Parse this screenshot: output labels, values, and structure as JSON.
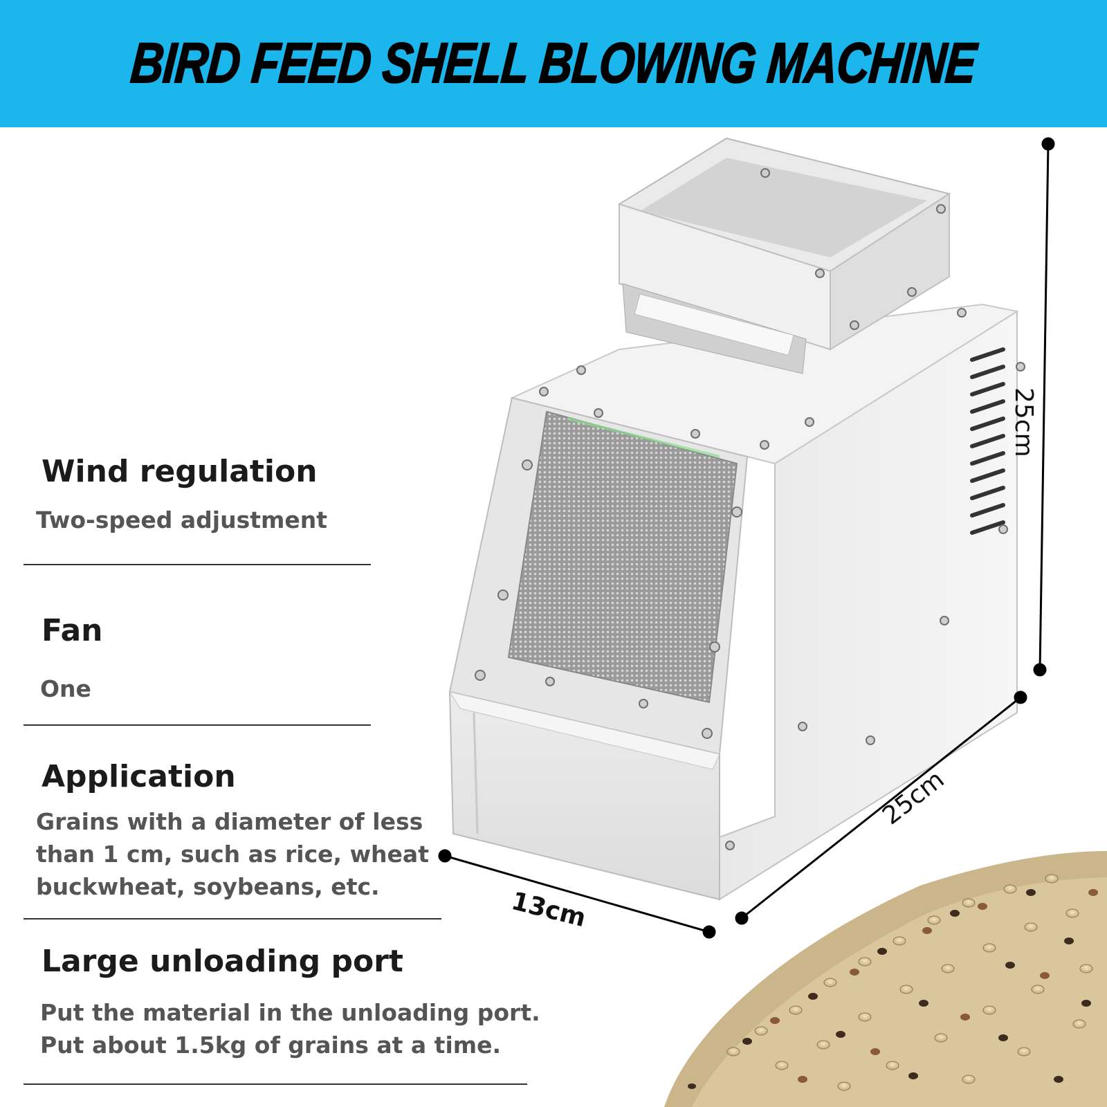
{
  "header": {
    "title": "BIRD FEED SHELL BLOWING MACHINE",
    "background_color": "#1bb6ec"
  },
  "specs": [
    {
      "title": "Wind regulation",
      "description": "Two-speed adjustment"
    },
    {
      "title": "Fan",
      "description": "One"
    },
    {
      "title": "Application",
      "description_lines": [
        "Grains with a diameter of less",
        "than 1 cm, such as rice, wheat",
        "buckwheat, soybeans, etc."
      ]
    },
    {
      "title": "Large unloading port",
      "description_lines": [
        "Put the material in the unloading port.",
        "Put about 1.5kg of grains at a time."
      ]
    }
  ],
  "dimensions": {
    "height": "25cm",
    "depth": "25cm",
    "width": "13cm"
  },
  "icons": {
    "machine": "stainless-steel-machine-illustration",
    "grains": "grain-pile-illustration"
  }
}
